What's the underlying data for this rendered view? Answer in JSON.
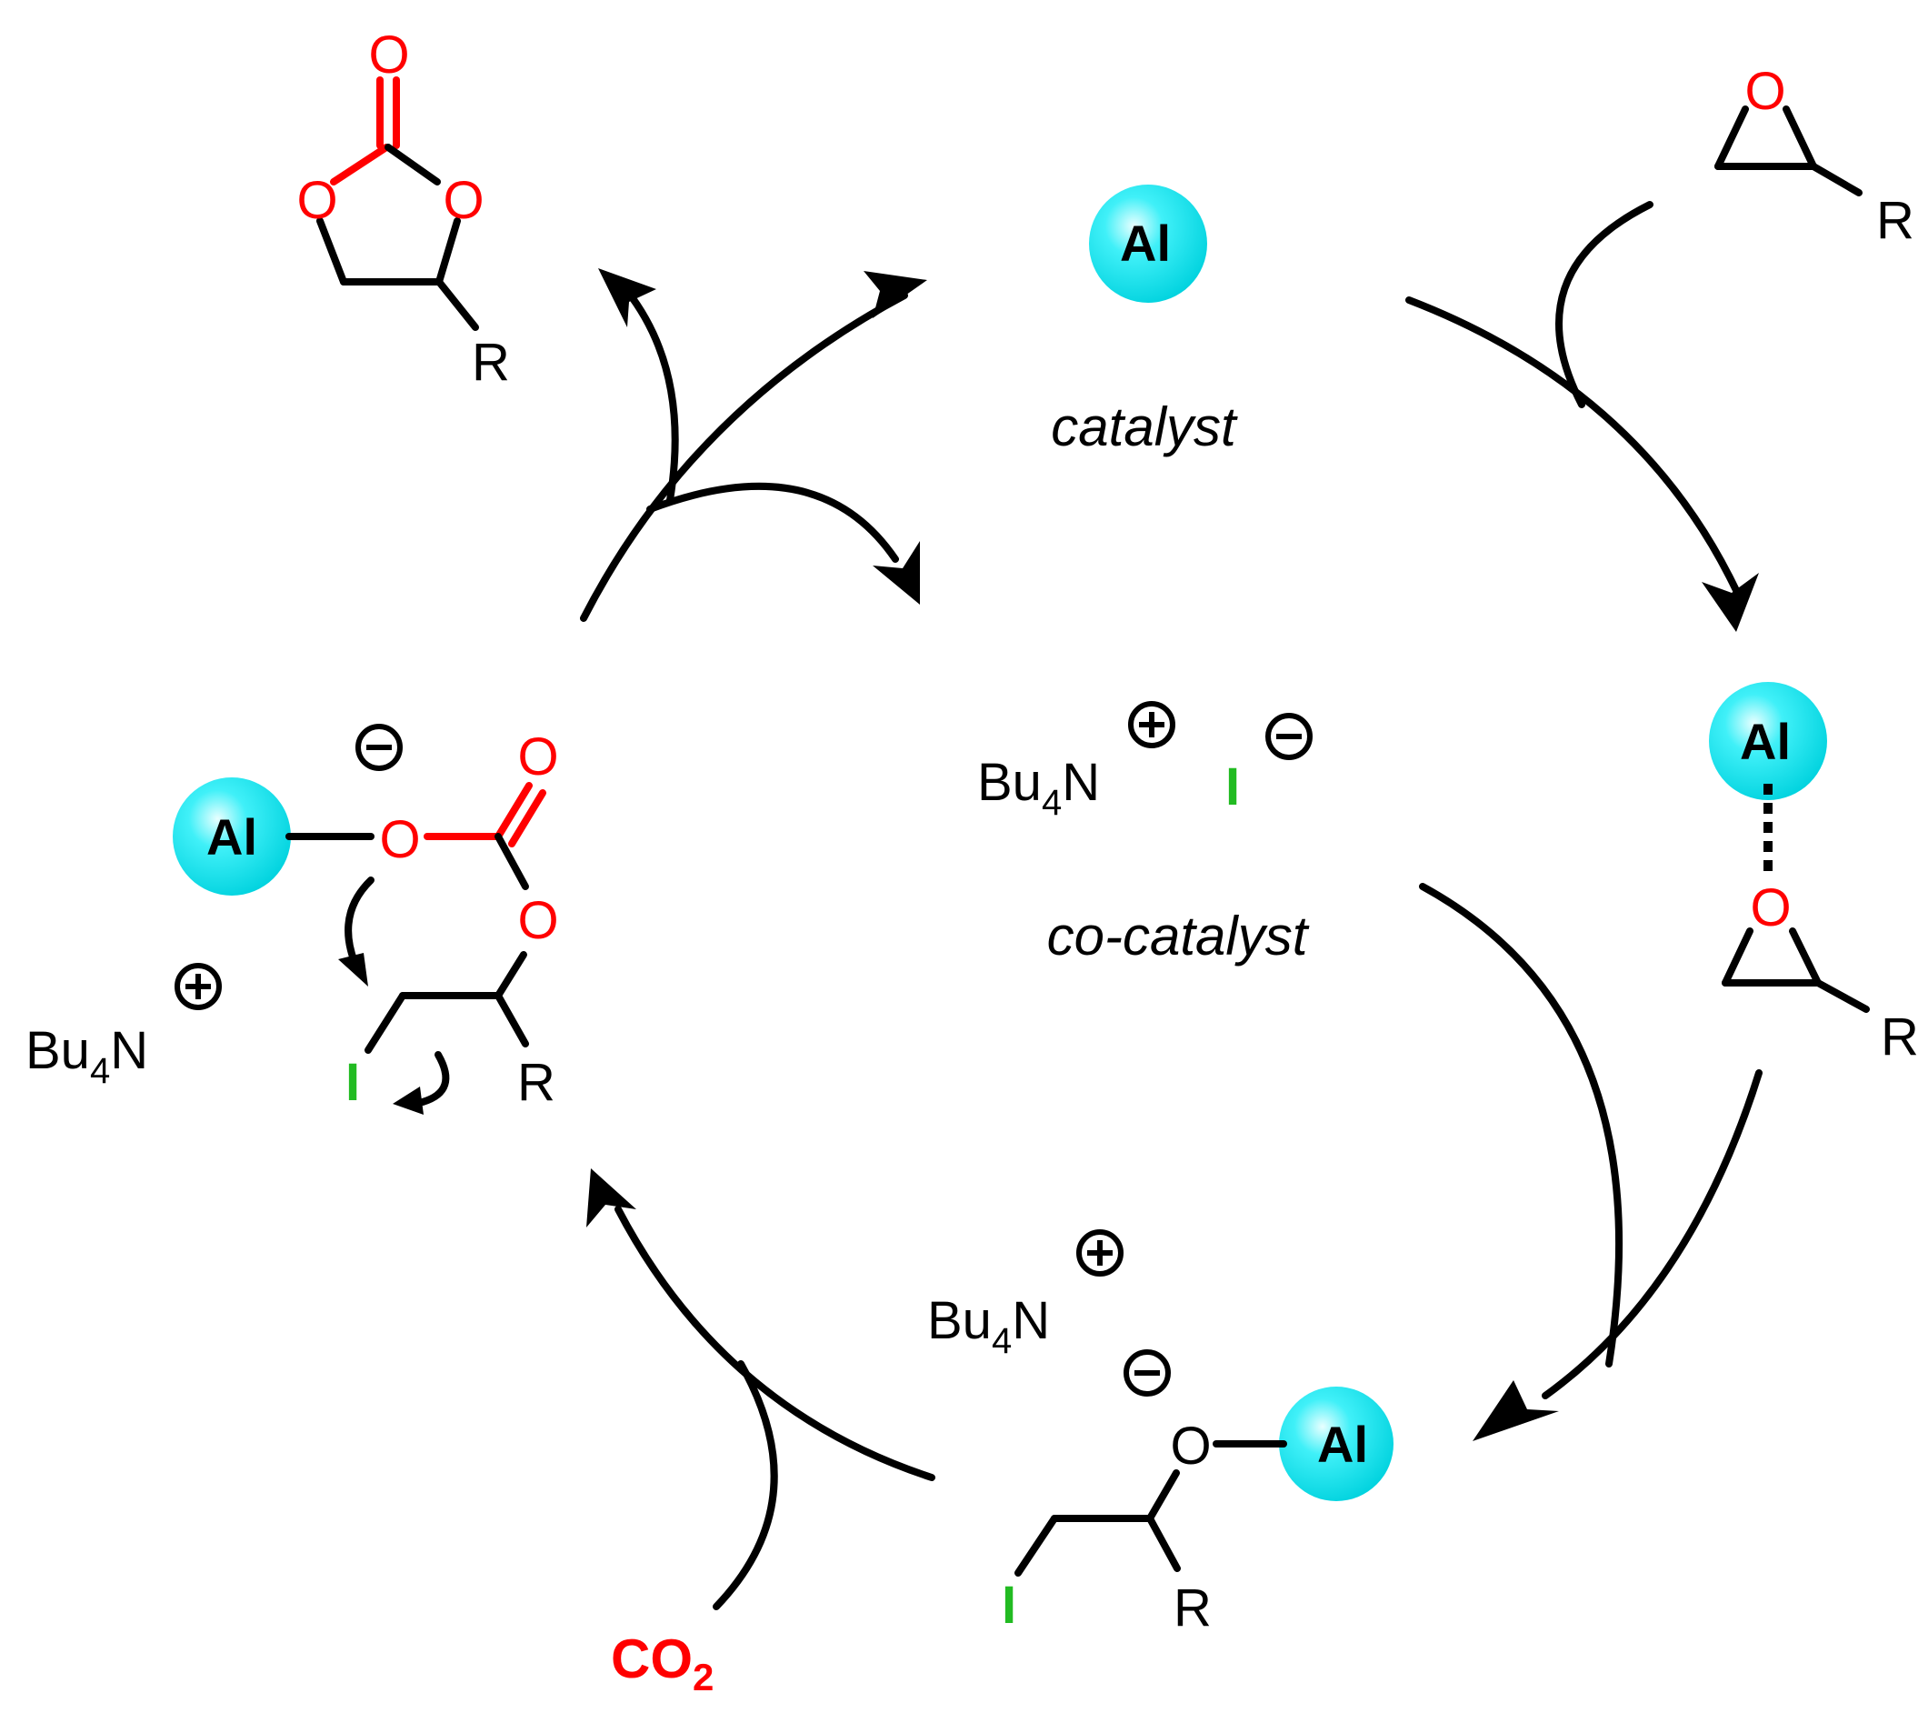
{
  "labels": {
    "catalyst": "catalyst",
    "co_catalyst": "co-catalyst",
    "al": "Al",
    "o": "O",
    "r": "R",
    "iodine": "I",
    "bu4n_main": "Bu",
    "bu4n_sub": "4",
    "bu4n_n": "N",
    "co2_main": "CO",
    "co2_sub": "2"
  },
  "colors": {
    "oxygen": "#ff0000",
    "iodine": "#22bb22",
    "aluminum_sphere": "#00e5ee",
    "bonds": "#000000"
  }
}
